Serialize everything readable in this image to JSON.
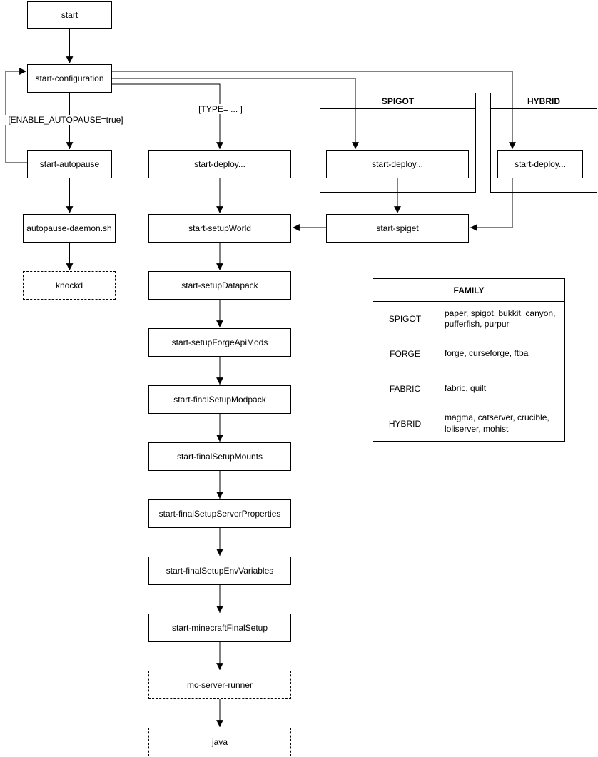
{
  "nodes": {
    "start": "start",
    "start_configuration": "start-configuration",
    "start_autopause": "start-autopause",
    "autopause_daemon": "autopause-daemon.sh",
    "knockd": "knockd",
    "start_deploy": "start-deploy...",
    "start_setupWorld": "start-setupWorld",
    "start_setupDatapack": "start-setupDatapack",
    "start_setupForgeApiMods": "start-setupForgeApiMods",
    "start_finalSetupModpack": "start-finalSetupModpack",
    "start_finalSetupMounts": "start-finalSetupMounts",
    "start_finalSetupServerProperties": "start-finalSetupServerProperties",
    "start_finalSetupEnvVariables": "start-finalSetupEnvVariables",
    "start_minecraftFinalSetup": "start-minecraftFinalSetup",
    "mc_server_runner": "mc-server-runner",
    "java": "java",
    "spigot_deploy": "start-deploy...",
    "hybrid_deploy": "start-deploy...",
    "start_spiget": "start-spiget"
  },
  "edge_labels": {
    "autopause_condition": "[ENABLE_AUTOPAUSE=true]",
    "type_condition": "[TYPE= ... ]"
  },
  "containers": {
    "spigot": {
      "title": "SPIGOT"
    },
    "hybrid": {
      "title": "HYBRID"
    }
  },
  "family_table": {
    "title": "FAMILY",
    "rows": [
      {
        "family": "SPIGOT",
        "members": "paper, spigot, bukkit, canyon, pufferfish, purpur"
      },
      {
        "family": "FORGE",
        "members": "forge, curseforge, ftba"
      },
      {
        "family": "FABRIC",
        "members": "fabric, quilt"
      },
      {
        "family": "HYBRID",
        "members": "magma, catserver, crucible, loliserver, mohist"
      }
    ]
  },
  "colors": {
    "stroke": "#000000",
    "background": "#ffffff"
  }
}
